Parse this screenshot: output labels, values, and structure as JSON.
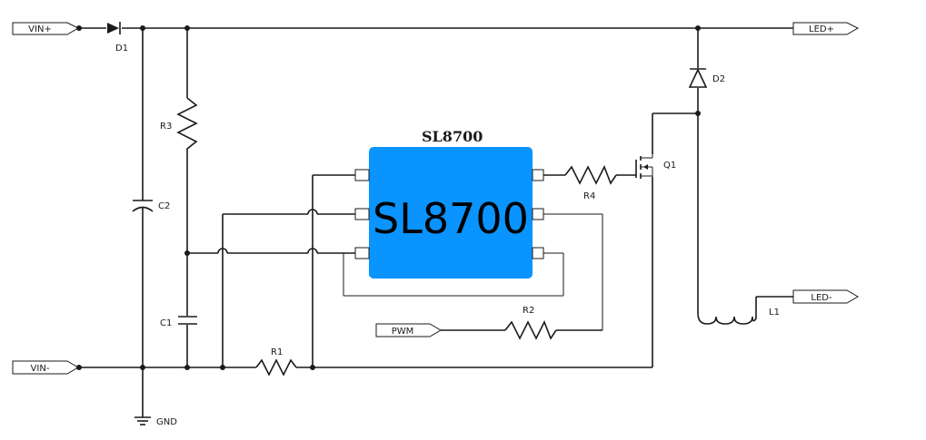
{
  "ports": {
    "vin_plus": "VIN+",
    "vin_minus": "VIN-",
    "led_plus": "LED+",
    "led_minus": "LED-",
    "pwm": "PWM"
  },
  "labels": {
    "d1": "D1",
    "d2": "D2",
    "r1": "R1",
    "r2": "R2",
    "r3": "R3",
    "r4": "R4",
    "c1": "C1",
    "c2": "C2",
    "q1": "Q1",
    "l1": "L1",
    "gnd": "GND"
  },
  "ic": {
    "title": "SL8700",
    "body_label": "SL8700",
    "body_color": "#0a94ff"
  }
}
